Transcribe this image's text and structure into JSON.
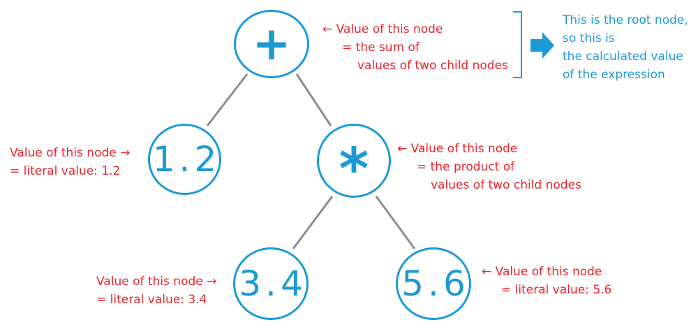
{
  "colors": {
    "node": "#1c9ad6",
    "annotation": "#e8252b",
    "edge": "#8c8c8c"
  },
  "nodes": {
    "root": {
      "label": "+"
    },
    "left": {
      "label": "1.2"
    },
    "mul": {
      "label": "*"
    },
    "mul_left": {
      "label": "3.4"
    },
    "mul_right": {
      "label": "5.6"
    }
  },
  "annotations": {
    "root": {
      "line1": "← Value of this node",
      "line2": "= the sum of",
      "line3": "values of two child nodes"
    },
    "left": {
      "line1": "Value of this node →",
      "line2": "= literal value: 1.2"
    },
    "mul": {
      "line1": "← Value of this node",
      "line2": "= the product of",
      "line3": "values of two child nodes"
    },
    "mul_left": {
      "line1": "Value of this node →",
      "line2": "= literal value: 3.4"
    },
    "mul_right": {
      "line1": "← Value of this node",
      "line2": "= literal value: 5.6"
    }
  },
  "root_note": {
    "line1": "This is the root node,",
    "line2": "so this is",
    "line3": "the calculated value",
    "line4": "of the expression"
  }
}
